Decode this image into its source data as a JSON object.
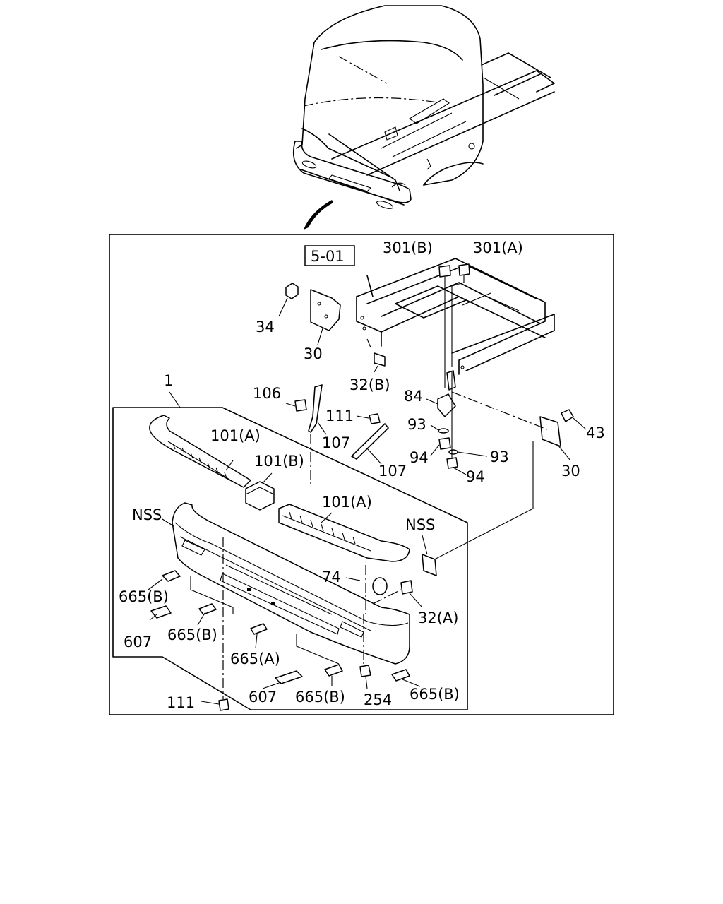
{
  "diagram": {
    "ref_box": "5-01",
    "callouts": [
      {
        "id": "c301b",
        "text": "301(B)"
      },
      {
        "id": "c301a",
        "text": "301(A)"
      },
      {
        "id": "c34",
        "text": "34"
      },
      {
        "id": "c30_top",
        "text": "30"
      },
      {
        "id": "c32b",
        "text": "32(B)"
      },
      {
        "id": "c1",
        "text": "1"
      },
      {
        "id": "c106",
        "text": "106"
      },
      {
        "id": "c107_a",
        "text": "107"
      },
      {
        "id": "c111_top",
        "text": "111"
      },
      {
        "id": "c107_b",
        "text": "107"
      },
      {
        "id": "c84",
        "text": "84"
      },
      {
        "id": "c93_a",
        "text": "93"
      },
      {
        "id": "c94_a",
        "text": "94"
      },
      {
        "id": "c93_b",
        "text": "93"
      },
      {
        "id": "c94_b",
        "text": "94"
      },
      {
        "id": "c43",
        "text": "43"
      },
      {
        "id": "c30_right",
        "text": "30"
      },
      {
        "id": "c101a_top",
        "text": "101(A)"
      },
      {
        "id": "c101b",
        "text": "101(B)"
      },
      {
        "id": "c101a_mid",
        "text": "101(A)"
      },
      {
        "id": "nss_left",
        "text": "NSS"
      },
      {
        "id": "nss_right",
        "text": "NSS"
      },
      {
        "id": "c74",
        "text": "74"
      },
      {
        "id": "c32a",
        "text": "32(A)"
      },
      {
        "id": "c665b_1",
        "text": "665(B)"
      },
      {
        "id": "c607_1",
        "text": "607"
      },
      {
        "id": "c665b_2",
        "text": "665(B)"
      },
      {
        "id": "c665a",
        "text": "665(A)"
      },
      {
        "id": "c111_bot",
        "text": "111"
      },
      {
        "id": "c607_2",
        "text": "607"
      },
      {
        "id": "c665b_3",
        "text": "665(B)"
      },
      {
        "id": "c254",
        "text": "254"
      },
      {
        "id": "c665b_4",
        "text": "665(B)"
      }
    ]
  }
}
